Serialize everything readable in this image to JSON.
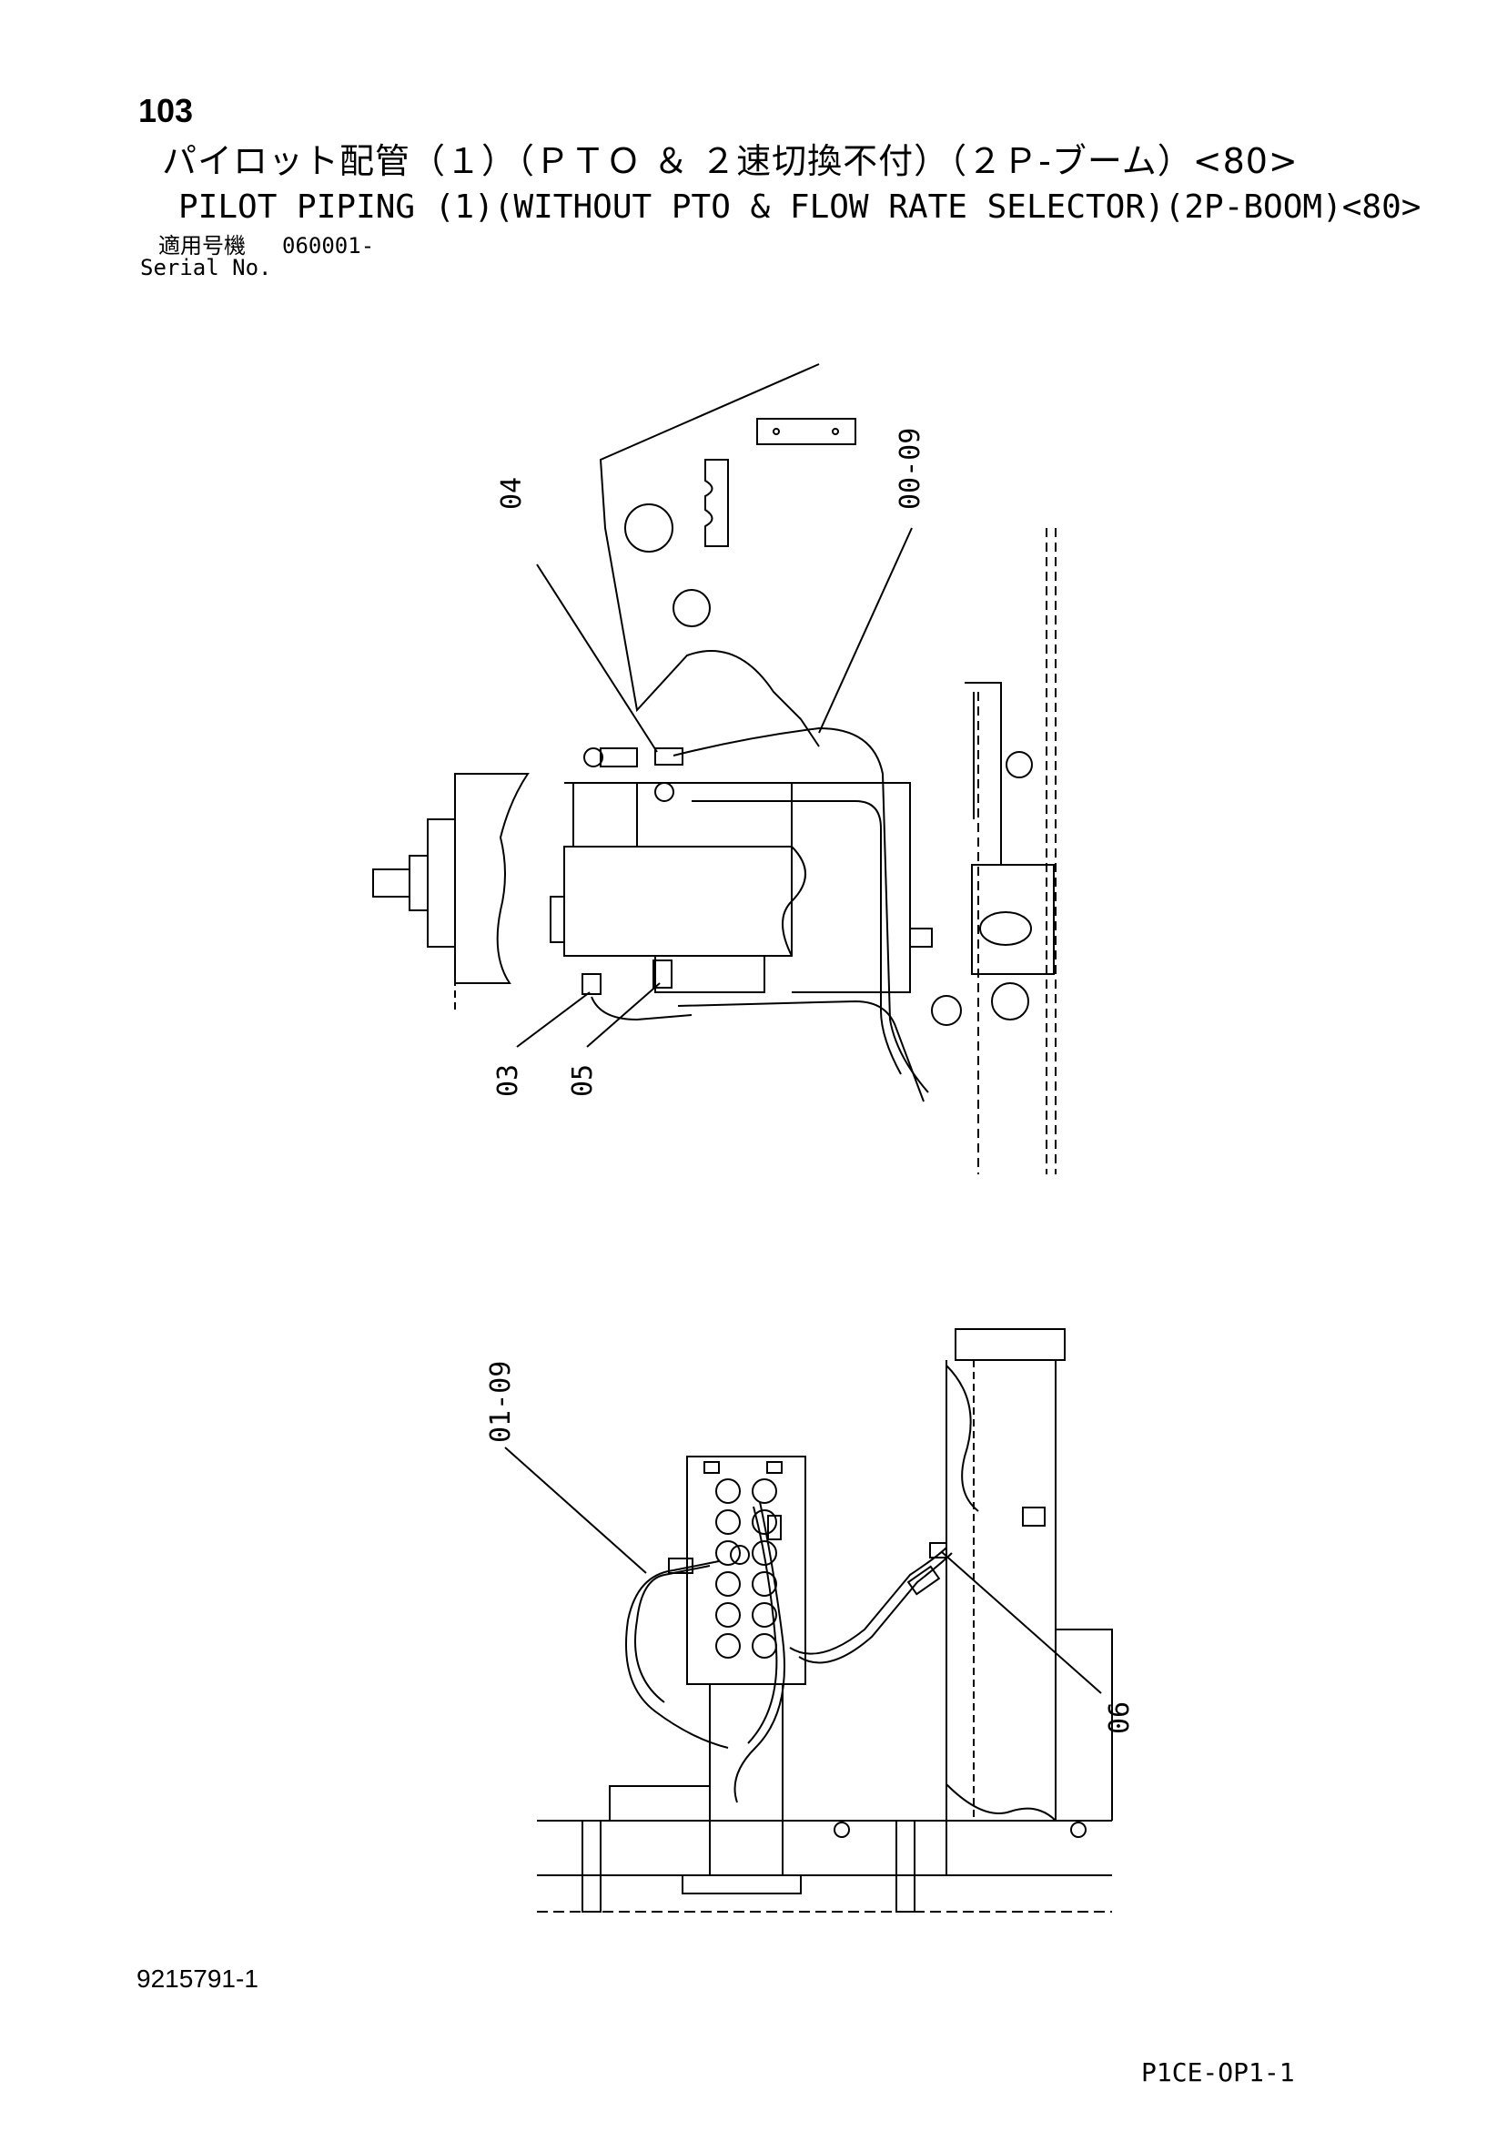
{
  "header": {
    "page_number": "103",
    "title_jp": "パイロット配管（１）（ＰＴＯ ＆ ２速切換不付）（２Ｐ-ブーム）<80>",
    "title_en": "PILOT PIPING (1)(WITHOUT PTO & FLOW RATE SELECTOR)(2P-BOOM)<80>",
    "serial_label_jp": "適用号機",
    "serial_value": "060001-",
    "serial_label_en": "Serial No."
  },
  "callouts": {
    "top": {
      "c04": "04",
      "c00_09": "00-09",
      "c03": "03",
      "c05": "05"
    },
    "bottom": {
      "c01_09": "01-09",
      "c06": "06"
    }
  },
  "footer": {
    "drawing_number": "9215791-1",
    "page_code": "P1CE-OP1-1"
  }
}
